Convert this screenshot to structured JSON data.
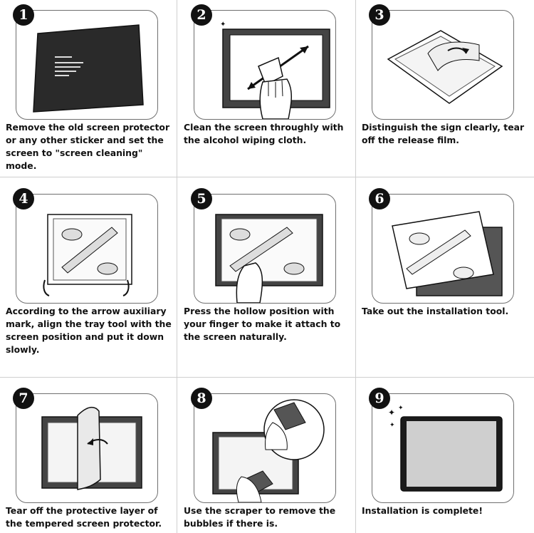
{
  "steps": [
    {
      "number": "1",
      "caption": "Remove the old screen protector or any other sticker and set the screen to \"screen cleaning\" mode."
    },
    {
      "number": "2",
      "caption": "Clean the screen throughly with the alcohol wiping cloth."
    },
    {
      "number": "3",
      "caption": "Distinguish the sign clearly, tear off the release film."
    },
    {
      "number": "4",
      "caption": "According to the arrow auxiliary mark, align the tray tool with the screen position and put it down slowly."
    },
    {
      "number": "5",
      "caption": "Press the hollow position with your finger to make it attach to the screen naturally."
    },
    {
      "number": "6",
      "caption": "Take out the installation tool."
    },
    {
      "number": "7",
      "caption": "Tear off the protective layer of the tempered screen protector."
    },
    {
      "number": "8",
      "caption": "Use the scraper to remove the bubbles if there is."
    },
    {
      "number": "9",
      "caption": "Installation is complete!"
    }
  ]
}
